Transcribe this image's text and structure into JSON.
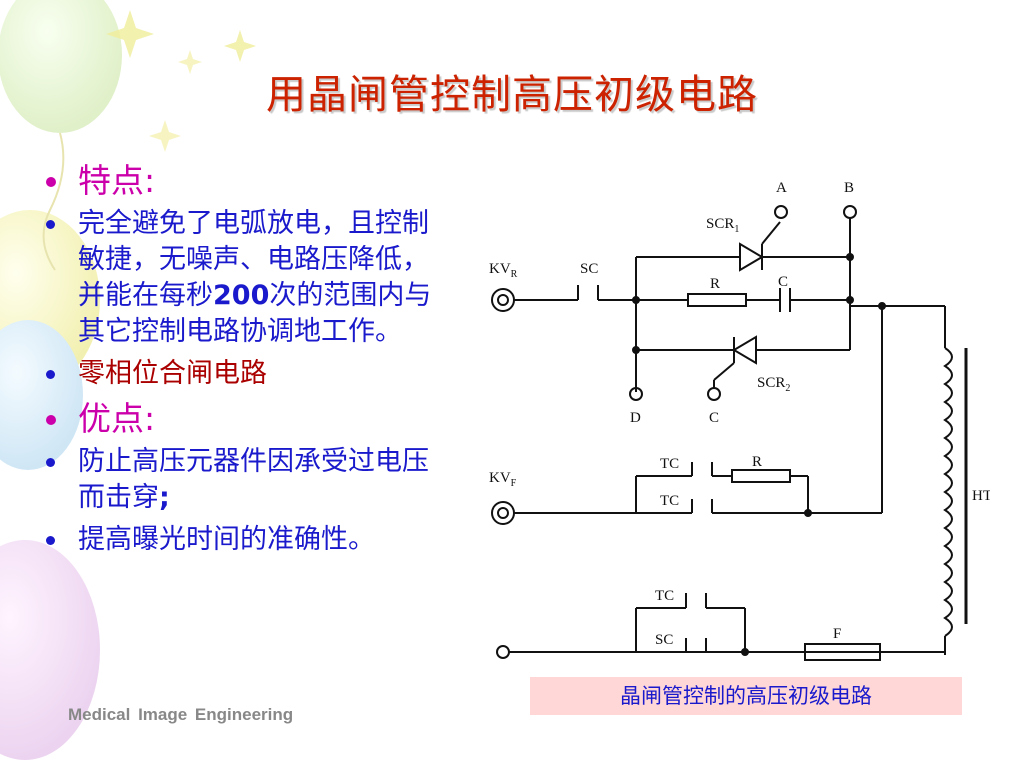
{
  "slide": {
    "title": "用晶闸管控制高压初级电路",
    "footer": "Medical Image  Engineering",
    "caption": "晶闸管控制的高压初级电路"
  },
  "bullets": [
    {
      "text": "特点:",
      "style": "heading"
    },
    {
      "text_a": "完全避免了电弧放电，且控制敏捷，无噪声、电路压降低，并能在每秒",
      "number": "200",
      "text_b": "次的范围内与其它控制电路协调地工作。",
      "style": "sub"
    },
    {
      "text": "零相位合闸电路",
      "style": "red"
    },
    {
      "text": "优点:",
      "style": "heading"
    },
    {
      "text_a": "防止高压元器件因承受过电压而击穿",
      "text_b": ";",
      "style": "sub"
    },
    {
      "text": "提高曝光时间的准确性。",
      "style": "sub"
    }
  ],
  "circuit": {
    "labels": {
      "kvr": "KV",
      "kvr_sub": "R",
      "kvf": "KV",
      "kvf_sub": "F",
      "sc_top": "SC",
      "scr1": "SCR",
      "scr1_sub": "1",
      "a": "A",
      "b": "B",
      "r_top": "R",
      "c_top": "C",
      "scr2": "SCR",
      "scr2_sub": "2",
      "d": "D",
      "c_bottom": "C",
      "tc1": "TC",
      "r_mid": "R",
      "tc2": "TC",
      "ht": "HT",
      "tc3": "TC",
      "sc_bottom": "SC",
      "f": "F"
    }
  },
  "colors": {
    "title": "#cc2200",
    "heading": "#cc00aa",
    "body": "#1a1acc",
    "accent_red": "#aa0000",
    "caption_bg": "#ffd7d7"
  }
}
